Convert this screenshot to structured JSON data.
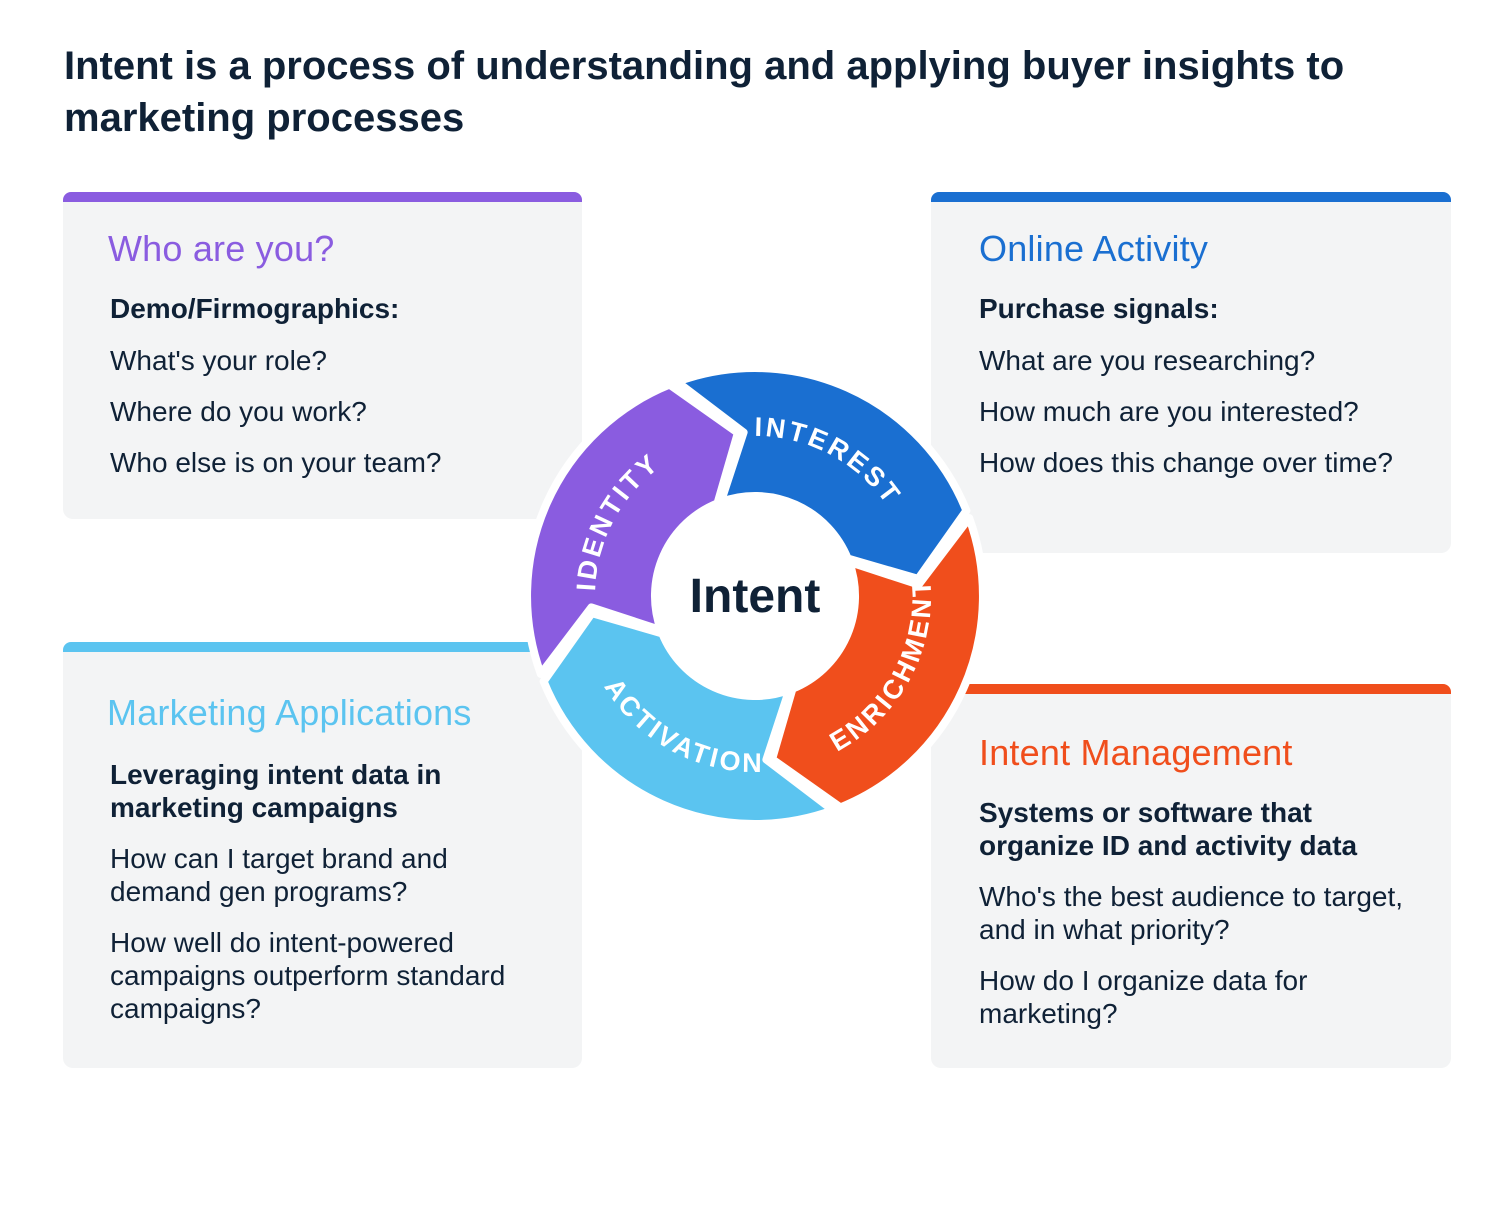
{
  "title": "Intent is a process of understanding and applying buyer insights to marketing processes",
  "colors": {
    "identity": "#8a5ce0",
    "interest": "#1a6fd1",
    "enrichment": "#f04e1c",
    "activation": "#5bc4f0",
    "text": "#0f2136",
    "card_bg": "#f3f4f5"
  },
  "cycle": {
    "center": "Intent",
    "segments": {
      "identity": "IDENTITY",
      "interest": "INTEREST",
      "enrichment": "ENRICHMENT",
      "activation": "ACTIVATION"
    }
  },
  "cards": {
    "who": {
      "heading": "Who are you?",
      "subheading": "Demo/Firmographics:",
      "questions": [
        "What's your role?",
        "Where do you work?",
        "Who else is on your team?"
      ]
    },
    "online": {
      "heading": "Online Activity",
      "subheading": "Purchase signals:",
      "questions": [
        "What are you researching?",
        "How much are you interested?",
        "How does this change over time?"
      ]
    },
    "marketing": {
      "heading": "Marketing Applications",
      "subheading": "Leveraging intent data in marketing campaigns",
      "questions": [
        "How can I target brand and demand gen programs?",
        "How well do intent-powered campaigns outperform standard campaigns?"
      ]
    },
    "management": {
      "heading": "Intent Management",
      "subheading": "Systems or software that organize ID and activity data",
      "questions": [
        "Who's the best audience to target, and in what priority?",
        "How do I organize data for marketing?"
      ]
    }
  }
}
